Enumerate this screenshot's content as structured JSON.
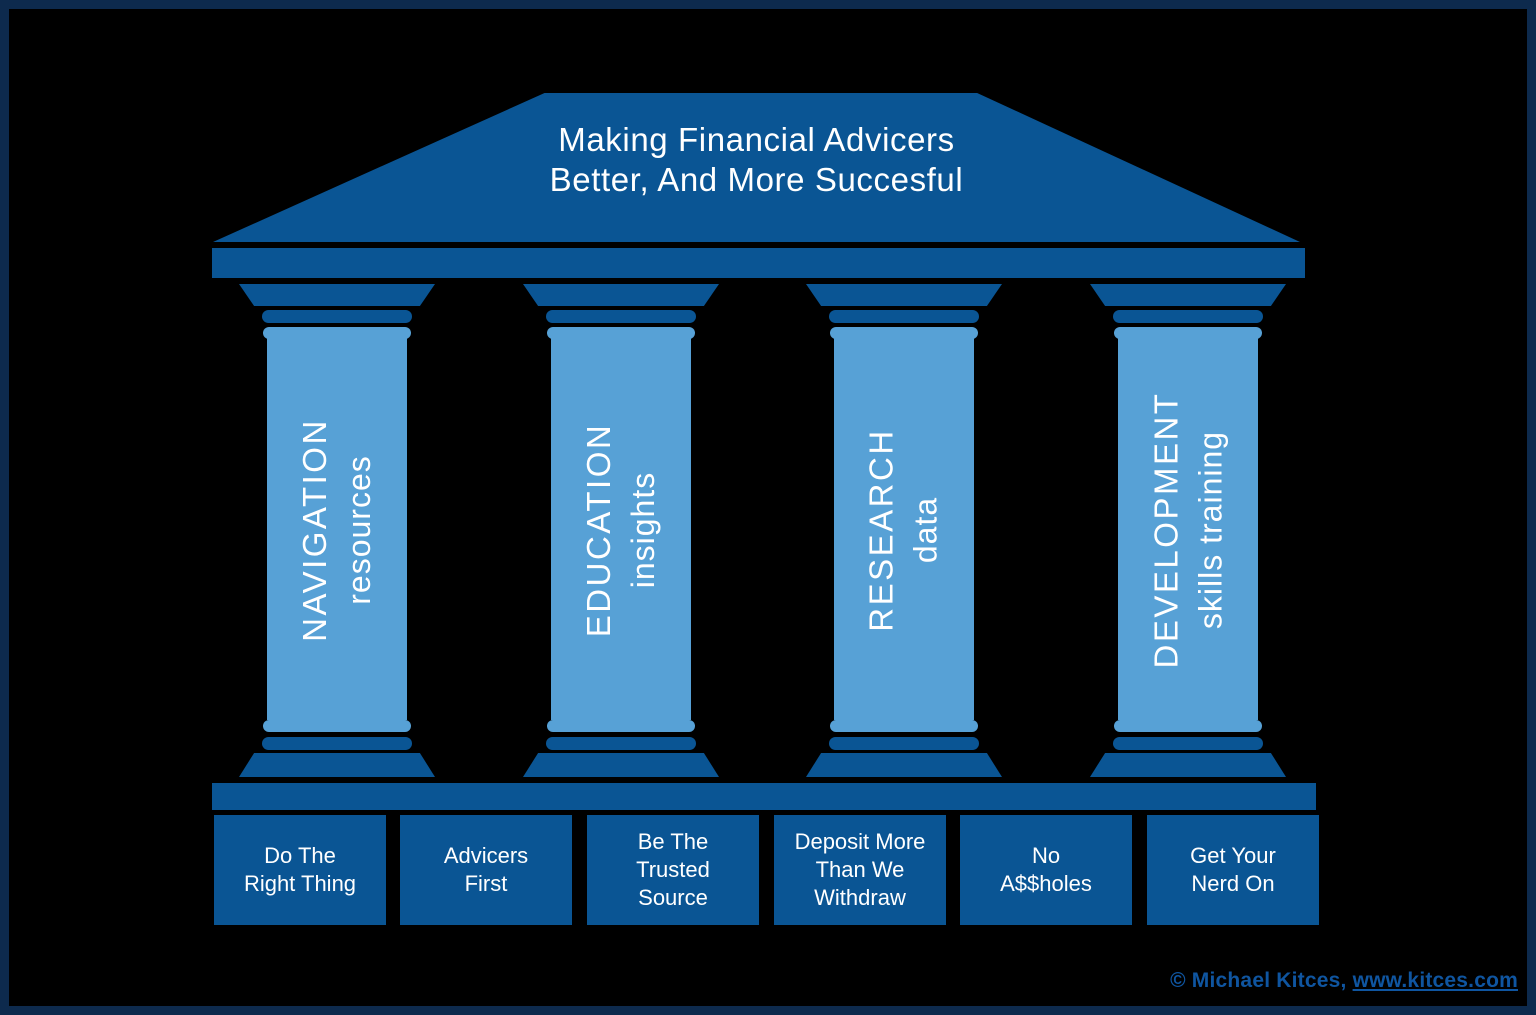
{
  "title": "Making Financial Advicers\nBetter, And More Succesful",
  "pillars": [
    {
      "name": "NAVIGATION",
      "subtitle": "resources"
    },
    {
      "name": "EDUCATION",
      "subtitle": "insights"
    },
    {
      "name": "RESEARCH",
      "subtitle": "data"
    },
    {
      "name": "DEVELOPMENT",
      "subtitle": "skills training"
    }
  ],
  "foundation_blocks": [
    {
      "label": "Do The\nRight Thing"
    },
    {
      "label": "Advicers\nFirst"
    },
    {
      "label": "Be The\nTrusted\nSource"
    },
    {
      "label": "Deposit More\nThan We\nWithdraw"
    },
    {
      "label": "No\nA$$holes"
    },
    {
      "label": "Get Your\nNerd On"
    }
  ],
  "footer": {
    "copyright_prefix": "© Michael Kitces, ",
    "link_text": "www.kitces.com"
  },
  "colors": {
    "background": "#000000",
    "border_navy": "#0d2a4d",
    "dark_blue": "#0a5594",
    "pillar_light_blue": "#57a1d6",
    "text_white": "#ffffff",
    "copyright_blue": "#0f55a0"
  }
}
